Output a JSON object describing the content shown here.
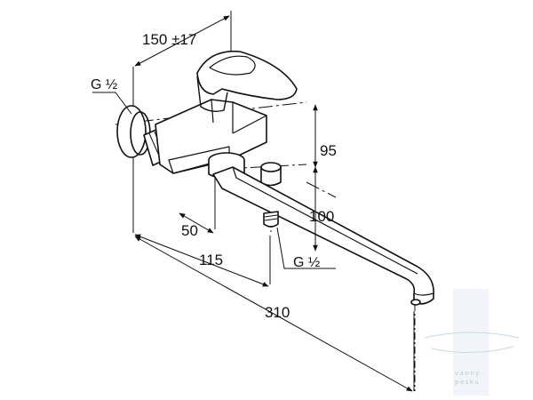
{
  "dimensions": {
    "width_range": "150 ±17",
    "height": "95",
    "spout_projection": "100",
    "wall_to_mixer": "50",
    "wall_to_outlet": "115",
    "total_reach": "310"
  },
  "threads": {
    "wall_connection": "G ½",
    "outlet_connection": "G ½"
  },
  "watermark": {
    "line1": "vanny",
    "line2": "pesku"
  },
  "colors": {
    "line": "#111111",
    "watermark": "#c9d8e4"
  }
}
